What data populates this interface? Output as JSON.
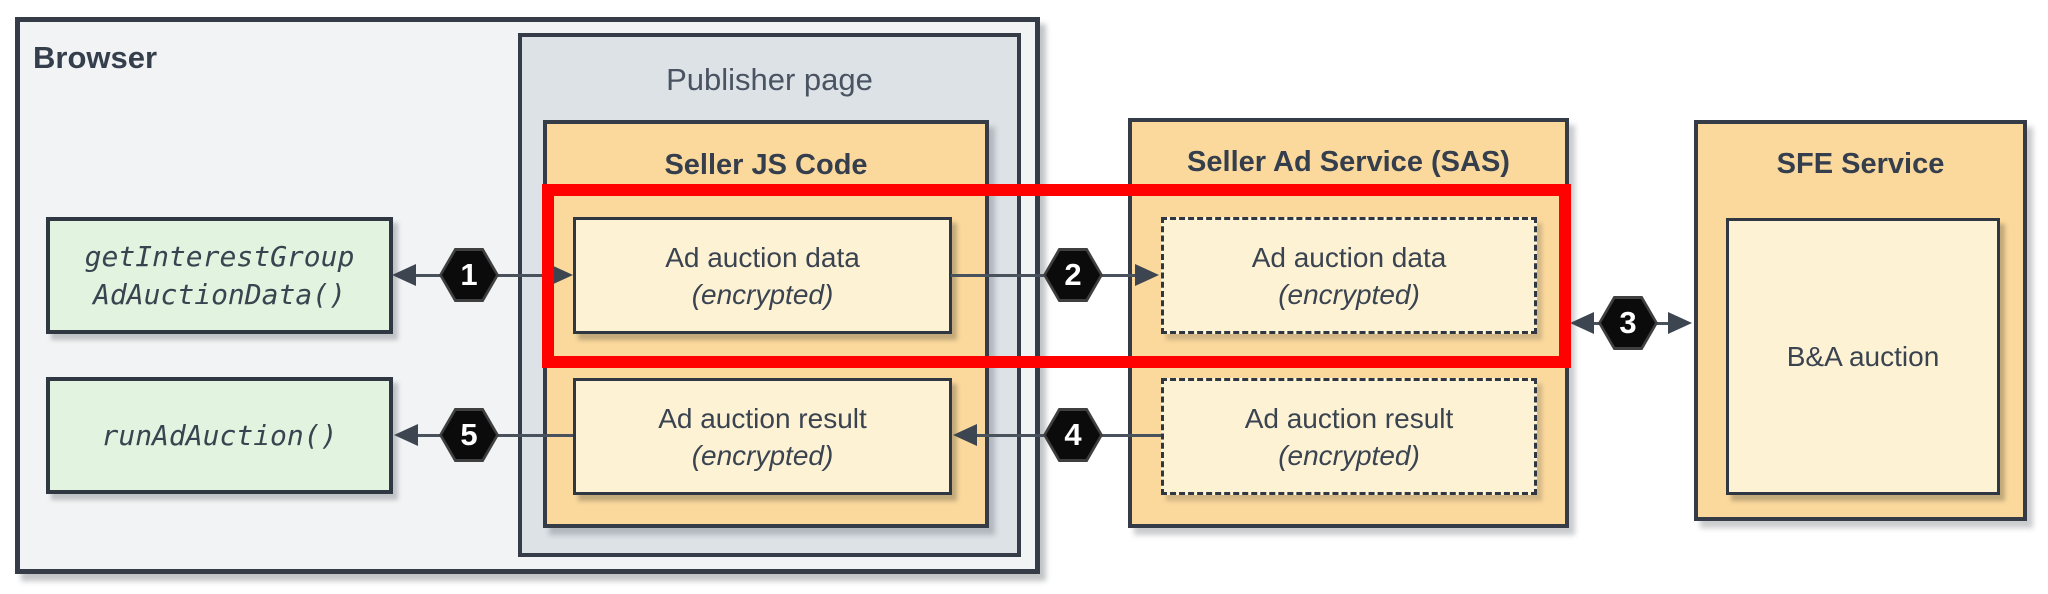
{
  "browser": {
    "label": "Browser"
  },
  "publisher_page": {
    "label": "Publisher page"
  },
  "api_calls": [
    {
      "line1": "getInterestGroup",
      "line2": "AdAuctionData()"
    },
    {
      "line1": "runAdAuction()"
    }
  ],
  "seller_js": {
    "label": "Seller JS Code",
    "boxes": [
      {
        "line1": "Ad auction data",
        "line2": "(encrypted)"
      },
      {
        "line1": "Ad auction result",
        "line2": "(encrypted)"
      }
    ]
  },
  "sas": {
    "label": "Seller Ad Service (SAS)",
    "boxes": [
      {
        "line1": "Ad auction data",
        "line2": "(encrypted)"
      },
      {
        "line1": "Ad auction result",
        "line2": "(encrypted)"
      }
    ]
  },
  "sfe": {
    "label": "SFE Service",
    "box_label": "B&A auction"
  },
  "steps": [
    "1",
    "2",
    "3",
    "4",
    "5"
  ],
  "colors": {
    "highlight_red": "#fe0100",
    "browser_fill": "#f1f3f4",
    "publisher_fill": "#dde2e7",
    "service_fill": "#fbd99d",
    "payload_fill": "#fdf2d4",
    "api_fill": "#e2f4df",
    "border_dark": "#353c47",
    "badge_fill": "#0b0b0b",
    "badge_text": "#ffffff"
  }
}
